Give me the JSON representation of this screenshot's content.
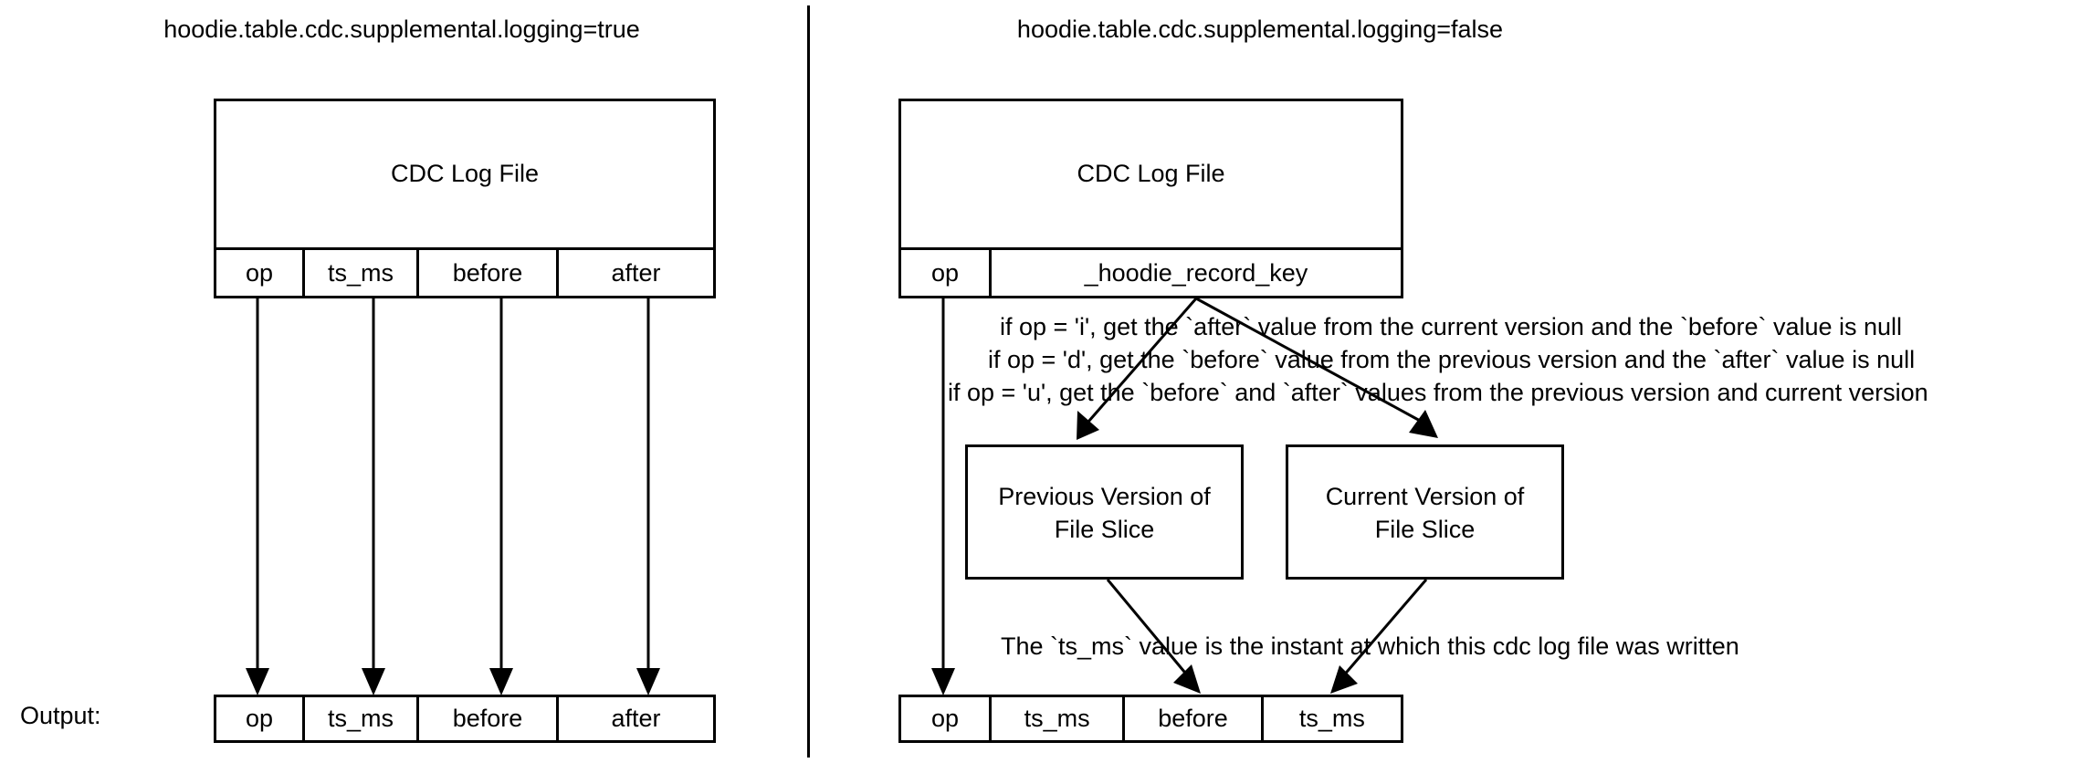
{
  "diagram": {
    "title_left": "hoodie.table.cdc.supplemental.logging=true",
    "title_right": "hoodie.table.cdc.supplemental.logging=false"
  },
  "left_panel": {
    "source_box_label": "CDC Log File",
    "source_columns": [
      "op",
      "ts_ms",
      "before",
      "after"
    ],
    "output_label": "Output:",
    "output_columns": [
      "op",
      "ts_ms",
      "before",
      "after"
    ]
  },
  "right_panel": {
    "source_box_label": "CDC Log File",
    "source_columns": [
      "op",
      "_hoodie_record_key"
    ],
    "rules": [
      "if op = 'i', get the `after` value from the current version and the `before` value is null",
      "if op = 'd', get the `before` value from the previous version  and the `after` value is null",
      "if op = 'u', get the `before` and `after` values from the previous version and current version"
    ],
    "previous_version_box": "Previous Version of\nFile Slice",
    "previous_version_line1": "Previous Version of",
    "previous_version_line2": "File Slice",
    "current_version_box": "Current Version of\nFile Slice",
    "current_version_line1": "Current Version of",
    "current_version_line2": "File Slice",
    "ts_ms_note": "The `ts_ms` value is the instant at which this cdc log file was written",
    "output_columns": [
      "op",
      "ts_ms",
      "before",
      "ts_ms"
    ]
  },
  "colors": {
    "stroke": "#000000",
    "background": "#ffffff",
    "text": "#000000"
  }
}
